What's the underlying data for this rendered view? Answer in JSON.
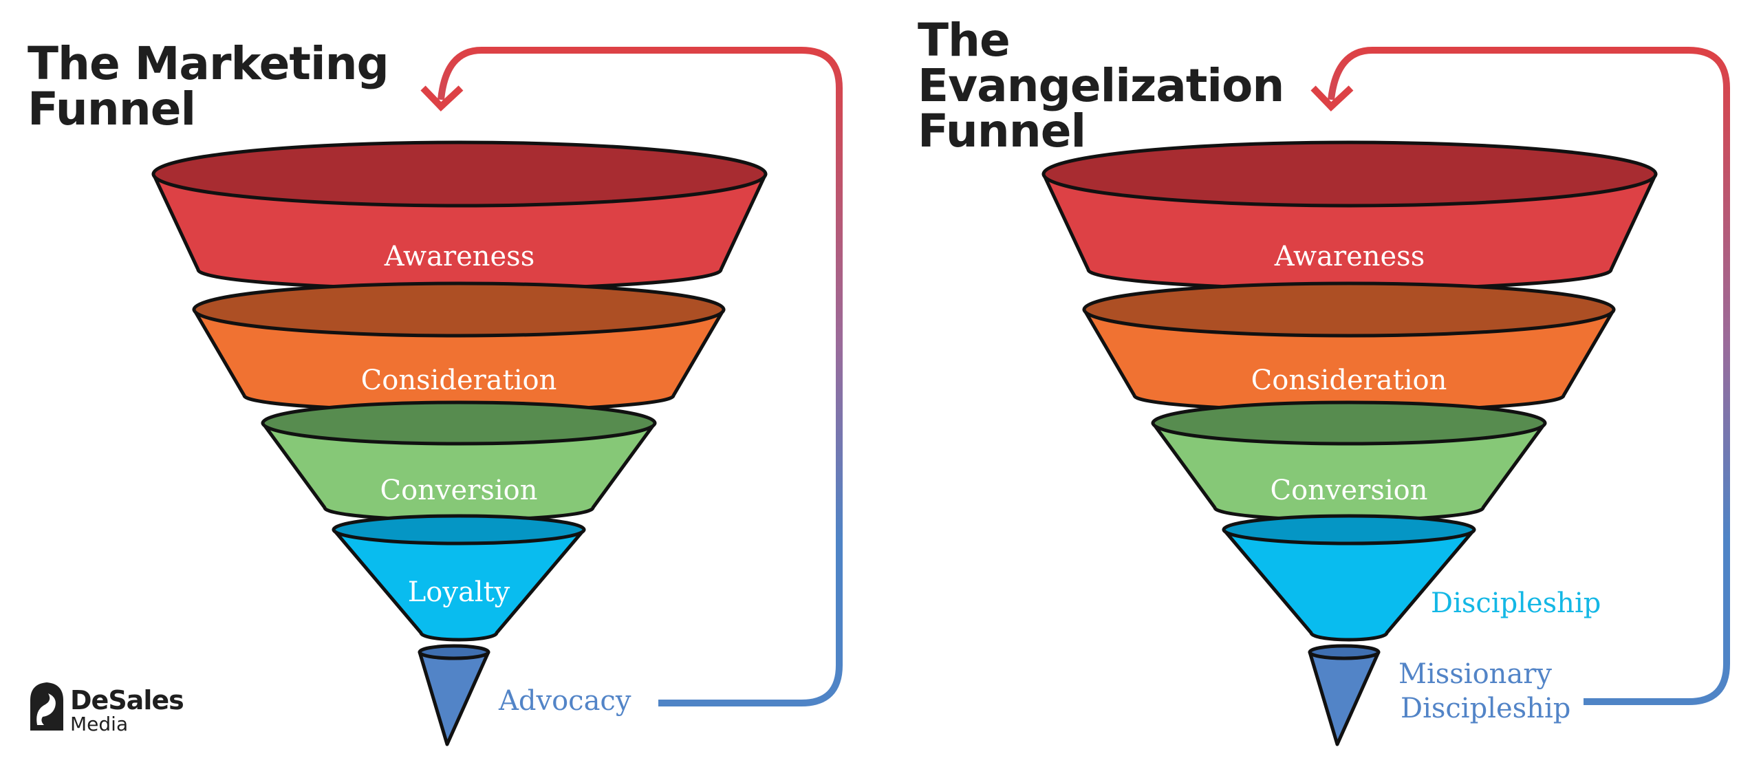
{
  "left": {
    "title_lines": [
      "The Marketing",
      "Funnel"
    ],
    "stages": [
      "Awareness",
      "Consideration",
      "Conversion",
      "Loyalty"
    ],
    "outside_labels": [
      "Advocacy"
    ]
  },
  "right": {
    "title_lines": [
      "The",
      "Evangelization",
      "Funnel"
    ],
    "stages": [
      "Awareness",
      "Consideration",
      "Conversion"
    ],
    "outside_labels": [
      "Discipleship",
      "Missionary",
      "Discipleship"
    ]
  },
  "logo": {
    "brand": "DeSales",
    "sub": "Media"
  },
  "colors": {
    "awareness": "#dd4145",
    "awareness_top": "#a82c31",
    "consideration": "#f07232",
    "consideration_top": "#ad4f24",
    "conversion": "#86c877",
    "conversion_top": "#578c4f",
    "loyalty": "#09bcef",
    "loyalty_top": "#0596c5",
    "advocacy": "#5284c7",
    "discipleship_text": "#13b7e5",
    "arrow_red": "#dd4145",
    "arrow_blue": "#4f84c6"
  }
}
